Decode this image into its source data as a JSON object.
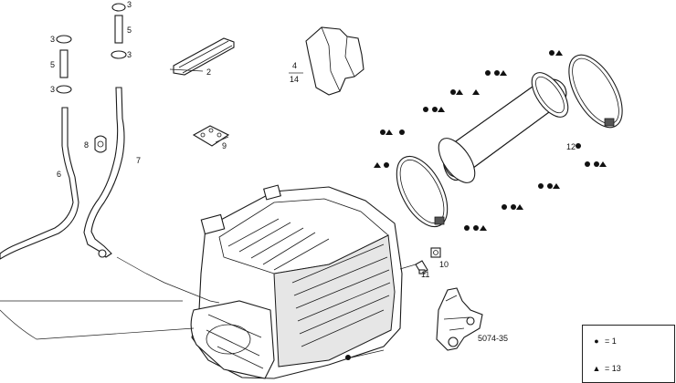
{
  "labels": [
    {
      "id": "3a",
      "text": "3"
    },
    {
      "id": "5a",
      "text": "5"
    },
    {
      "id": "3b",
      "text": "3"
    },
    {
      "id": "3c",
      "text": "3"
    },
    {
      "id": "5b",
      "text": "5"
    },
    {
      "id": "3d",
      "text": "3"
    },
    {
      "id": "2",
      "text": "2"
    },
    {
      "id": "4",
      "text": "4"
    },
    {
      "id": "14",
      "text": "14"
    },
    {
      "id": "8",
      "text": "8"
    },
    {
      "id": "9",
      "text": "9"
    },
    {
      "id": "6",
      "text": "6"
    },
    {
      "id": "7",
      "text": "7"
    },
    {
      "id": "12",
      "text": "12"
    },
    {
      "id": "10",
      "text": "10"
    },
    {
      "id": "11",
      "text": "11"
    },
    {
      "id": "kit",
      "text": "5074-35"
    }
  ],
  "legend": {
    "items": [
      {
        "symbol": "circle",
        "text": "= 1"
      },
      {
        "symbol": "triangle",
        "text": "= 13"
      }
    ]
  }
}
